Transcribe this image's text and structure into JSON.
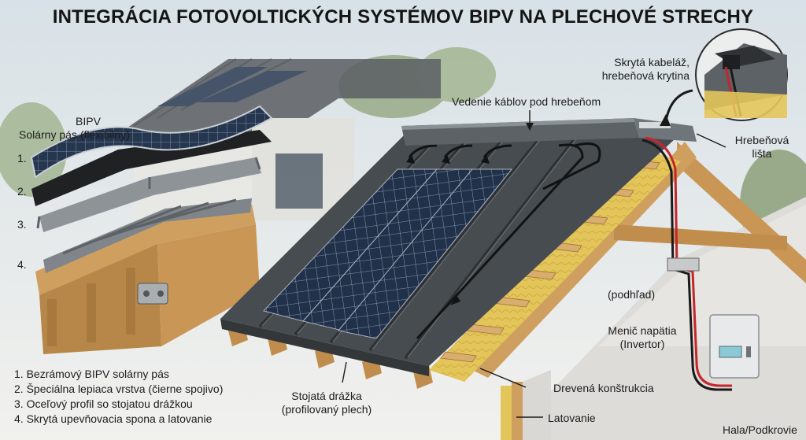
{
  "title": "INTEGRÁCIA FOTOVOLTICKÝCH SYSTÉMOV BIPV NA PLECHOVÉ STRECHY",
  "exploded": {
    "heading_line1": "BIPV",
    "heading_line2": "Solárny pás (flexibilný)",
    "markers": [
      "1.",
      "2.",
      "3.",
      "4."
    ]
  },
  "legend": [
    "1. Bezrámový BIPV solárny pás",
    "2. Špeciálna lepiaca vrstva (čierne spojivo)",
    "3. Oceľový profil so stojatou drážkou",
    "4. Skrytá upevňovacia spona a latovanie"
  ],
  "labels": {
    "cable_routing": "Vedenie káblov pod hrebeňom",
    "hidden_cabling_line1": "Skrytá kabeláž,",
    "hidden_cabling_line2": "hrebeňová krytina",
    "ridge_line1": "Hrebeňová",
    "ridge_line2": "lišta",
    "ceiling": "(podhľad)",
    "inverter_line1": "Menič napätia",
    "inverter_line2": "(Invertor)",
    "standing_seam_line1": "Stojatá drážka",
    "standing_seam_line2": "(profilovaný plech)",
    "timber": "Drevená konštrukcia",
    "battens": "Latovanie",
    "attic": "Hala/Podkrovie"
  },
  "colors": {
    "metal_roof": "#474c50",
    "solar_cell": "#26364f",
    "insulation": "#e3c55a",
    "timber": "#cf9f5f",
    "cable_red": "#c4262b",
    "wall": "#dddcd8"
  }
}
